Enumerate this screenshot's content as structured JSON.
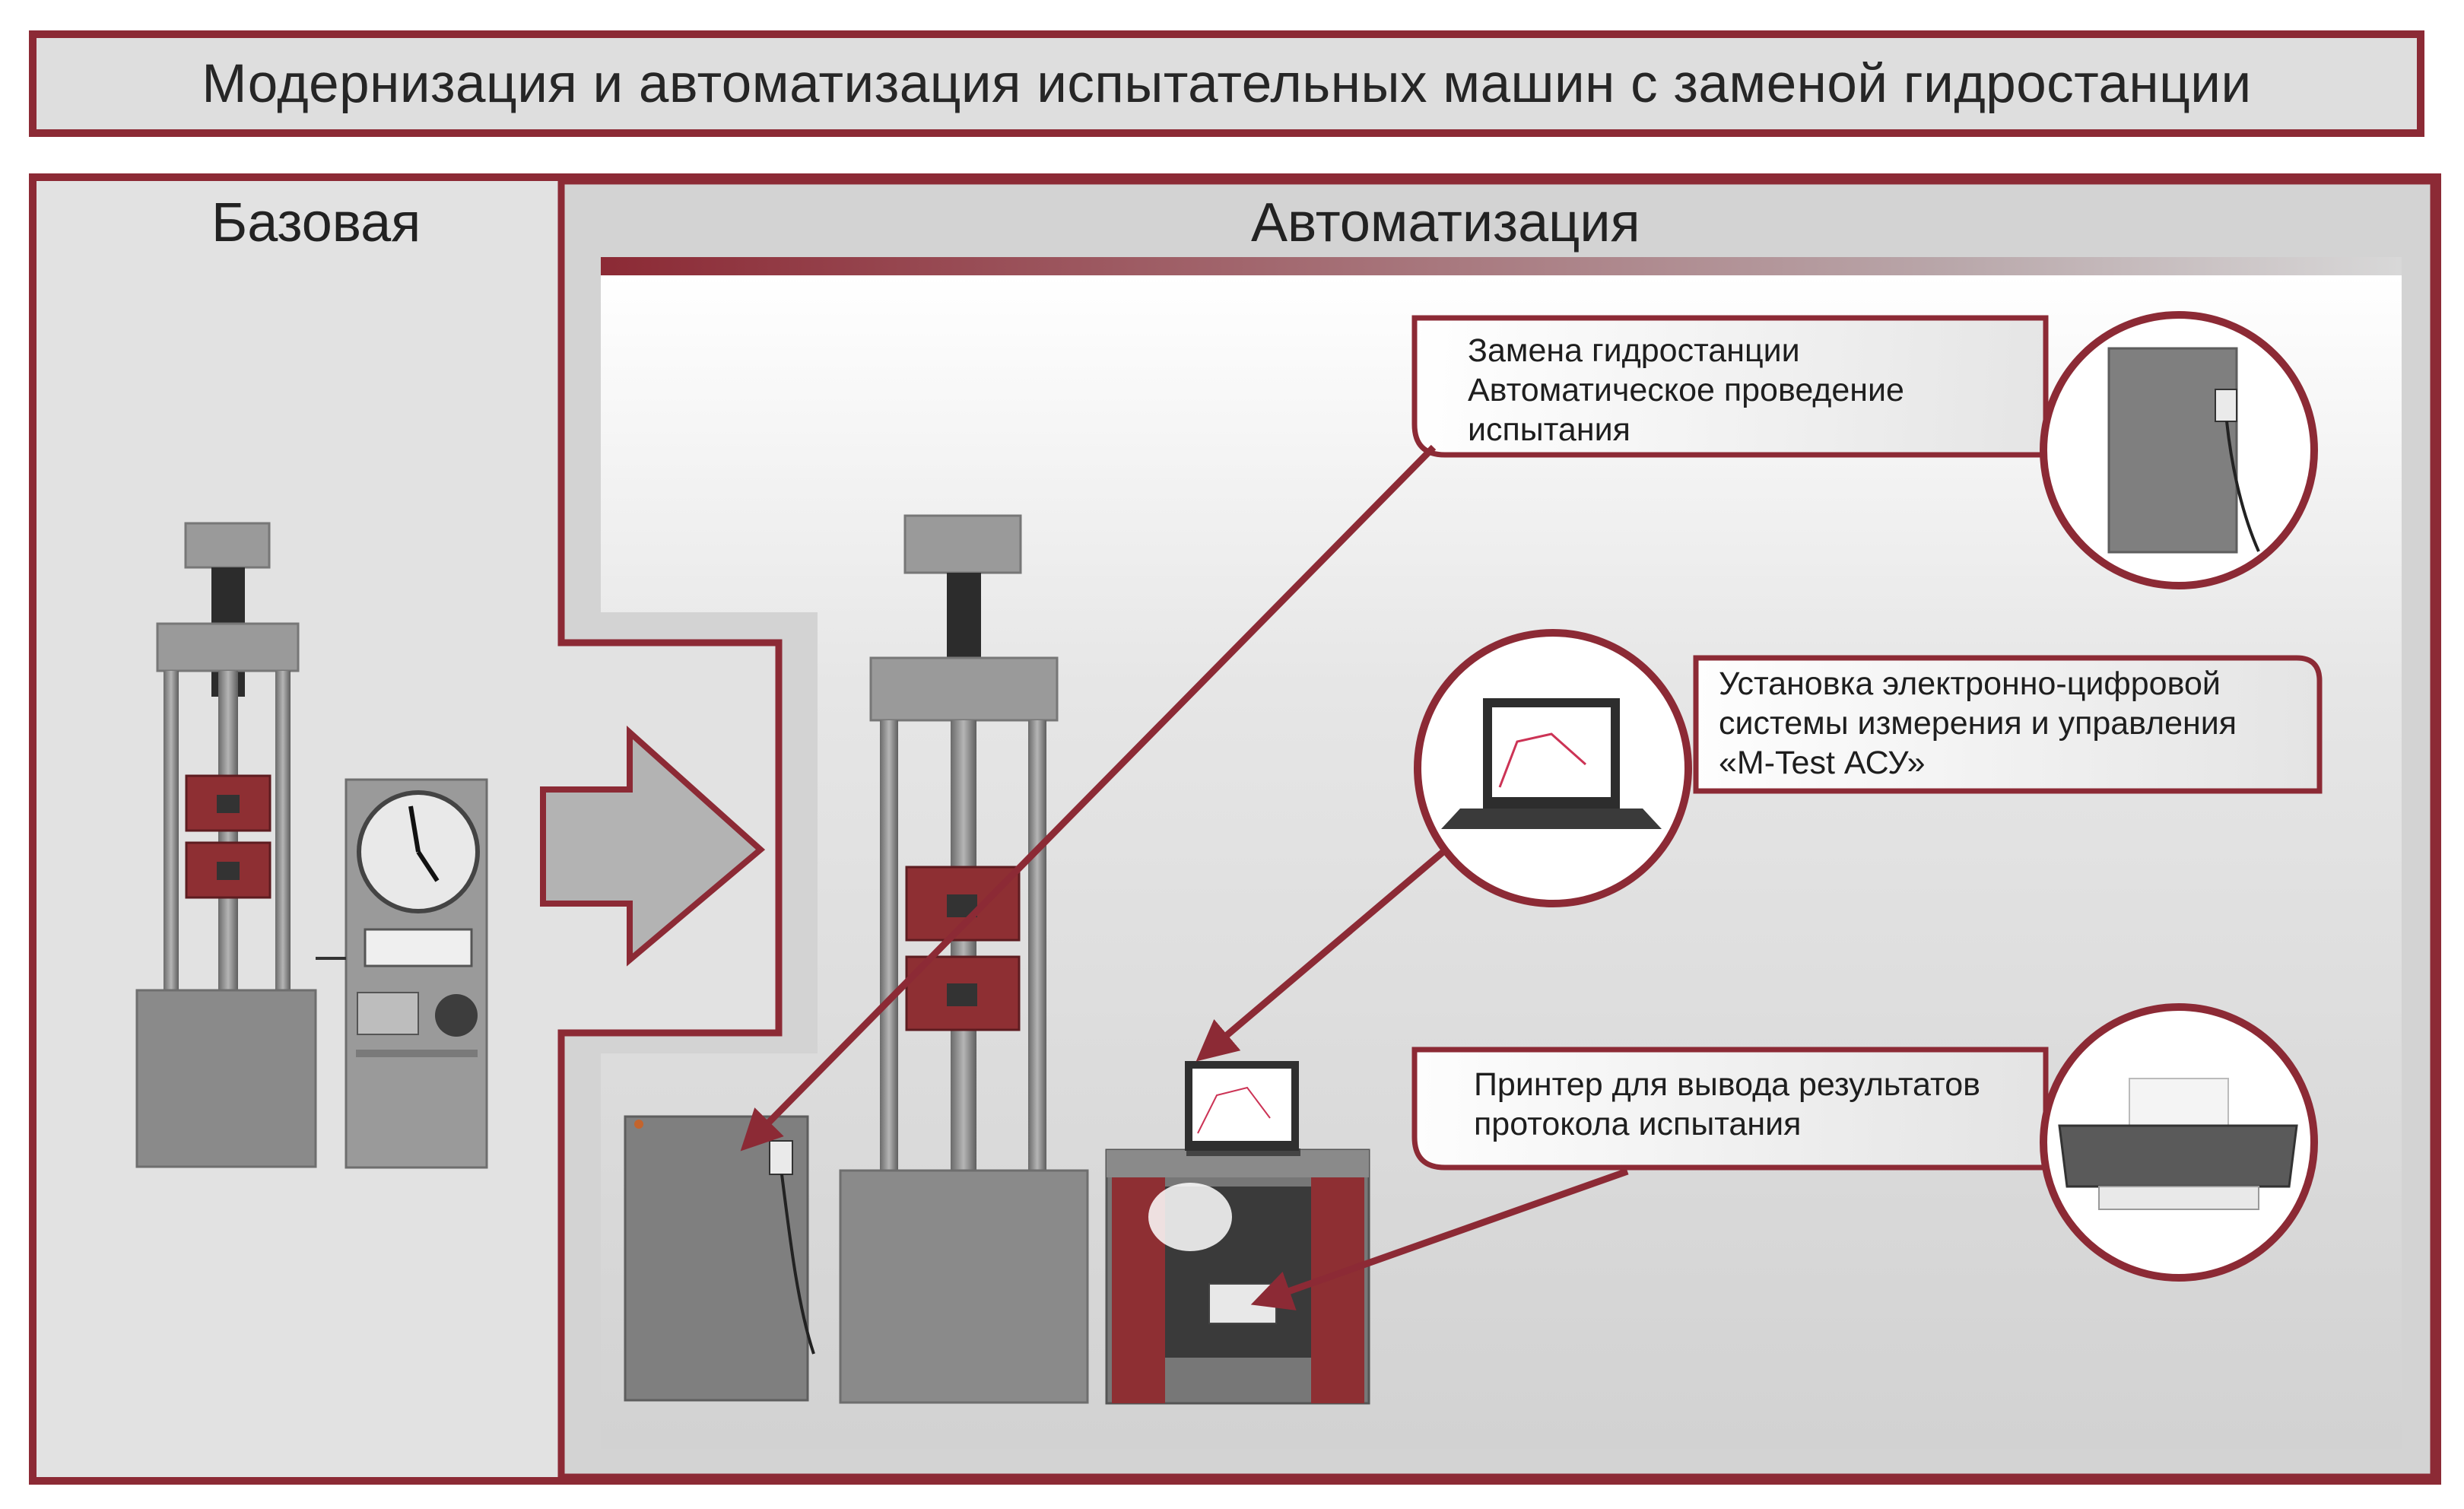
{
  "title": "Модернизация и автоматизация испытательных машин с заменой гидростанции",
  "sections": {
    "base": "Базовая",
    "automation": "Автоматизация"
  },
  "callouts": [
    {
      "lines": [
        "Замена гидростанции",
        "Автоматическое проведение",
        "испытания"
      ]
    },
    {
      "lines": [
        "Установка электронно-цифровой",
        "системы измерения и управления",
        "«M-Test АСУ»"
      ]
    },
    {
      "lines": [
        "Принтер для вывода результатов",
        "протокола испытания"
      ]
    }
  ],
  "colors": {
    "accent": "#8c2a35",
    "background": "#e2e2e2",
    "panel": "#d4d4d4",
    "machine": "#8a8a8a",
    "machine_red": "#8e2f33"
  },
  "icons": [
    "arrow-right-icon",
    "hydraulic-station-icon",
    "laptop-icon",
    "printer-icon"
  ]
}
